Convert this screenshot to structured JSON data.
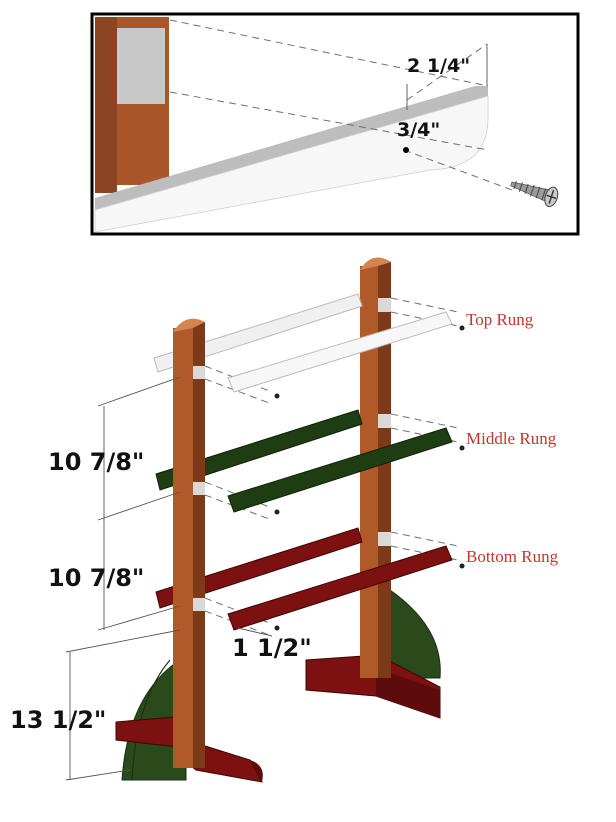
{
  "colors": {
    "post_wood": "#b05a2a",
    "post_wood_dark": "#7c3a18",
    "post_top": "#d4844f",
    "top_rung": "#eeeeee",
    "middle_rung": "#1f3d12",
    "bottom_rung": "#7d1010",
    "base_green": "#2b4a1c",
    "label_red": "#c0392b"
  },
  "inset_detail": {
    "dim_width": "2 1/4\"",
    "dim_depth": "3/4\""
  },
  "rungs": {
    "top": "Top Rung",
    "middle": "Middle Rung",
    "bottom": "Bottom Rung"
  },
  "dimensions": {
    "top_to_middle": "10 7/8\"",
    "middle_to_bottom": "10 7/8\"",
    "base_height": "13 1/2\"",
    "rung_inset": "1 1/2\""
  },
  "icons": [
    "wood-screw-icon",
    "pilot-hole-icon"
  ]
}
